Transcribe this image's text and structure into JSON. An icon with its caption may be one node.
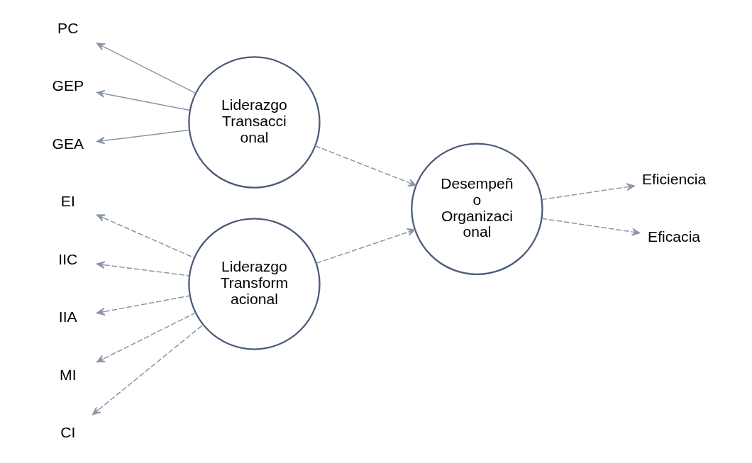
{
  "diagram": {
    "nodes": [
      {
        "text": [
          "Liderazgo Transform acional"
        ]
      },
      {
        "text": [
          "EI"
        ]
      },
      {
        "text": [
          "IIC"
        ]
      },
      {
        "text": [
          "IIA"
        ]
      },
      {
        "text": [
          "MI"
        ]
      },
      {
        "text": [
          "CI"
        ]
      },
      {
        "text": [
          "Desempeñ o Organizaci onal"
        ]
      },
      {
        "text": [
          "Eficiencia"
        ]
      },
      {
        "text": [
          "Eficacia"
        ]
      },
      {
        "text": [
          "Liderazgo Transacci onal"
        ]
      },
      {
        "text": [
          "PC"
        ]
      },
      {
        "text": [
          "GEP"
        ]
      },
      {
        "text": [
          "GEA"
        ]
      }
    ],
    "edges": [
      {
        "from": 0,
        "to": 1,
        "arrow": "to",
        "style": "dashed"
      },
      {
        "from": 0,
        "to": 2,
        "arrow": "to",
        "style": "dashed"
      },
      {
        "from": 0,
        "to": 3,
        "arrow": "to",
        "style": "dashed"
      },
      {
        "from": 0,
        "to": 4,
        "arrow": "to",
        "style": "dashed"
      },
      {
        "from": 0,
        "to": 5,
        "arrow": "to",
        "style": "dashed"
      },
      {
        "from": 0,
        "to": 6,
        "arrow": "to",
        "style": "dashed"
      },
      {
        "from": 6,
        "to": 7,
        "arrow": "to",
        "style": "dashed"
      },
      {
        "from": 6,
        "to": 8,
        "arrow": "to",
        "style": "dashed"
      },
      {
        "from": 9,
        "to": 6,
        "arrow": "to",
        "style": "dashed"
      },
      {
        "from": 9,
        "to": 10,
        "arrow": "to"
      },
      {
        "from": 9,
        "to": 11,
        "arrow": "to"
      },
      {
        "from": 9,
        "to": 12,
        "arrow": "to"
      }
    ]
  }
}
